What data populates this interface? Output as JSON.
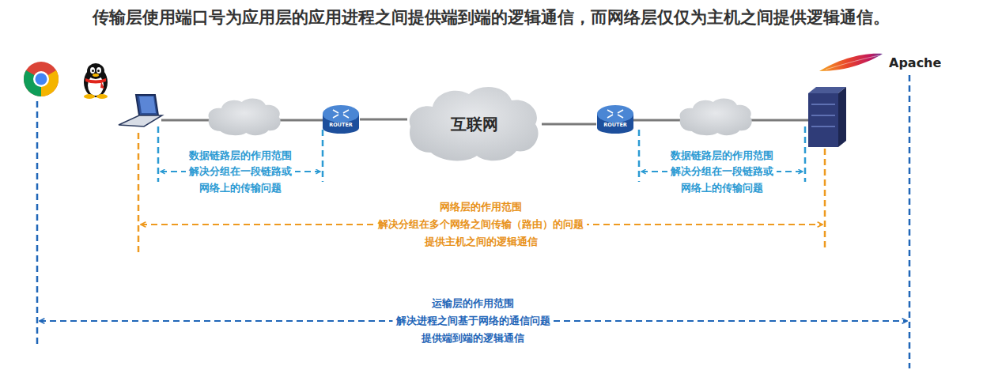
{
  "diagram": {
    "title": "传输层使用端口号为应用层的应用进程之间提供端到端的逻辑通信，而网络层仅仅为主机之间提供逻辑通信。",
    "nodes": [
      {
        "text": [
          "ROUTER"
        ]
      },
      {
        "text": [
          "互联网"
        ]
      },
      {
        "text": [
          "ROUTER"
        ]
      }
    ],
    "edges": [
      {
        "from": 0,
        "to": 1,
        "arrow": "none"
      },
      {
        "from": 1,
        "to": 2,
        "arrow": "none"
      }
    ],
    "labels": [
      "数据链路层的作用范围",
      "解决分组在一段链路或",
      "网络上的传输问题",
      "数据链路层的作用范围",
      "解决分组在一段链路或",
      "网络上的传输问题",
      "网络层的作用范围",
      "解决分组在多个网络之间传输（路由）的问题",
      "提供主机之间的逻辑通信",
      "运输层的作用范围",
      "解决进程之间基于网络的通信问题",
      "提供端到端的逻辑通信",
      "Apache"
    ]
  }
}
